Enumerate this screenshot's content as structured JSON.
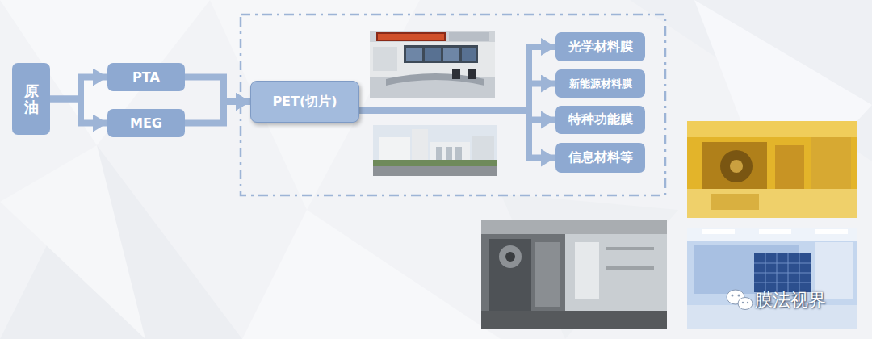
{
  "diagram": {
    "nodes": [
      {
        "text": [
          "原油"
        ]
      },
      {
        "text": [
          "PTA"
        ]
      },
      {
        "text": [
          "MEG"
        ]
      },
      {
        "text": [
          "PET(切片)"
        ]
      },
      {
        "text": [
          "光学材料膜"
        ]
      },
      {
        "text": [
          "新能源材料膜"
        ]
      },
      {
        "text": [
          "特种功能膜"
        ]
      },
      {
        "text": [
          "信息材料等"
        ]
      }
    ],
    "edges": [
      {
        "from": 0,
        "to": 1,
        "arrow": "to"
      },
      {
        "from": 0,
        "to": 2,
        "arrow": "to"
      },
      {
        "from": 1,
        "to": 3,
        "arrow": "to"
      },
      {
        "from": 2,
        "to": 3,
        "arrow": "to"
      },
      {
        "from": 3,
        "to": 4,
        "arrow": "to"
      },
      {
        "from": 3,
        "to": 5,
        "arrow": "to"
      },
      {
        "from": 3,
        "to": 6,
        "arrow": "to"
      },
      {
        "from": 3,
        "to": 7,
        "arrow": "to"
      }
    ],
    "labels": [
      "膜法视界"
    ]
  }
}
